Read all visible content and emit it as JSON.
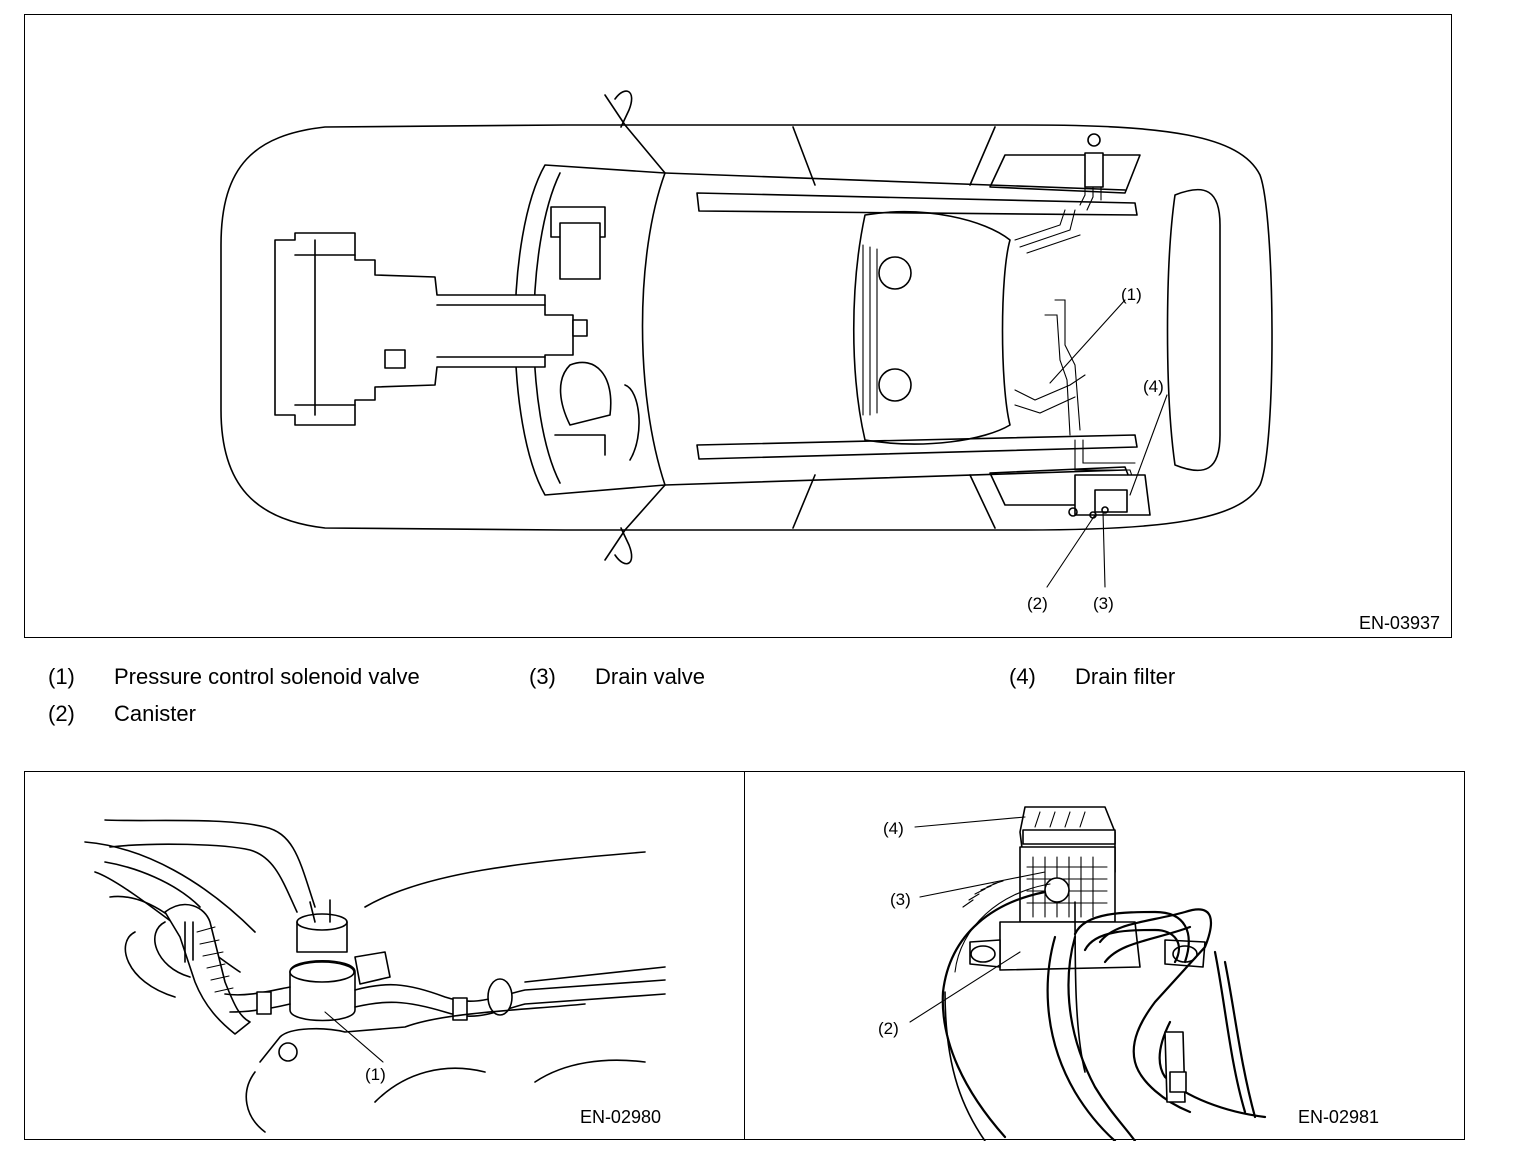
{
  "figures": {
    "main": {
      "code": "EN-03937",
      "callouts": [
        "(1)",
        "(2)",
        "(3)",
        "(4)"
      ]
    },
    "bottom_left": {
      "code": "EN-02980",
      "callouts": [
        "(1)"
      ]
    },
    "bottom_right": {
      "code": "EN-02981",
      "callouts": [
        "(4)",
        "(3)",
        "(2)"
      ]
    }
  },
  "legend": [
    {
      "num": "(1)",
      "label": "Pressure control solenoid valve"
    },
    {
      "num": "(2)",
      "label": "Canister"
    },
    {
      "num": "(3)",
      "label": "Drain valve"
    },
    {
      "num": "(4)",
      "label": "Drain filter"
    }
  ]
}
